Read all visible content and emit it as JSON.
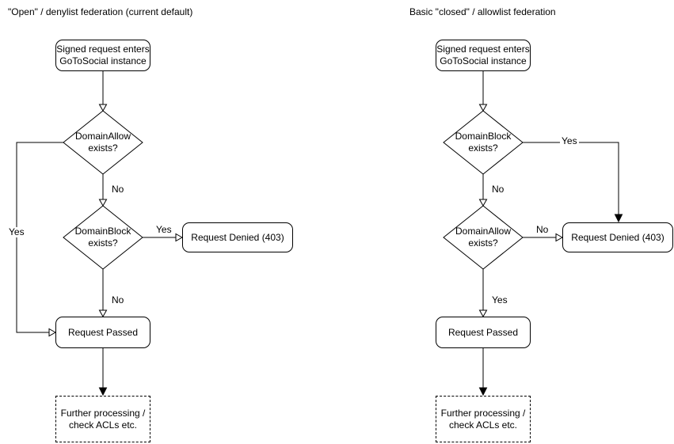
{
  "colors": {
    "stroke": "#000000",
    "node_fill": "#ffffff",
    "text": "#000000",
    "background": "#ffffff"
  },
  "left": {
    "title": "\"Open\" / denylist federation (current default)",
    "nodes": {
      "start": "Signed request enters\nGoToSocial instance",
      "domain_allow": "DomainAllow\nexists?",
      "domain_block": "DomainBlock\nexists?",
      "denied": "Request Denied (403)",
      "passed": "Request Passed",
      "further": "Further processing /\ncheck ACLs etc."
    },
    "edges": {
      "allow_no": "No",
      "allow_yes": "Yes",
      "block_yes": "Yes",
      "block_no": "No"
    }
  },
  "right": {
    "title": "Basic \"closed\" / allowlist federation",
    "nodes": {
      "start": "Signed request enters\nGoToSocial instance",
      "domain_block": "DomainBlock\nexists?",
      "domain_allow": "DomainAllow\nexists?",
      "denied": "Request Denied (403)",
      "passed": "Request Passed",
      "further": "Further processing /\ncheck ACLs etc."
    },
    "edges": {
      "block_yes": "Yes",
      "block_no": "No",
      "allow_no": "No",
      "allow_yes": "Yes"
    }
  }
}
